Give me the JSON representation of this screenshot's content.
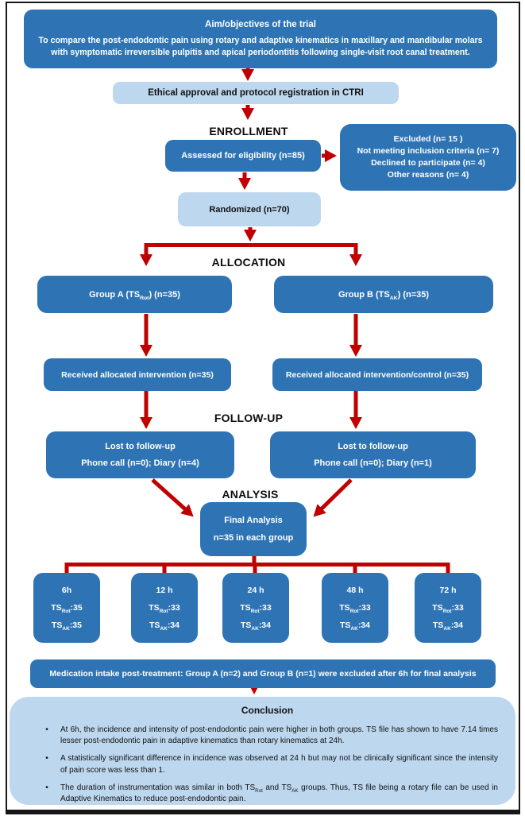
{
  "colors": {
    "dark_blue": "#2e74b5",
    "light_blue": "#bdd7ee",
    "arrow_red": "#c00000",
    "frame_black": "#161616"
  },
  "aim": {
    "title": "Aim/objectives of the trial",
    "body1": "To compare the post-endodontic pain using rotary and adaptive kinematics in maxillary and mandibular molars",
    "body2": "with symptomatic irreversible pulpitis and apical periodontitis following single-visit root canal treatment."
  },
  "ethical": {
    "label": "Ethical approval and protocol registration in CTRI"
  },
  "sections": {
    "enrollment": "ENROLLMENT",
    "allocation": "ALLOCATION",
    "followup": "FOLLOW-UP",
    "analysis": "ANALYSIS"
  },
  "assessed": {
    "label": "Assessed for eligibility (n=85)"
  },
  "excluded": {
    "lines": [
      "Excluded (n= 15 )",
      "Not meeting inclusion criteria (n= 7)",
      "Declined to participate (n= 4)",
      "Other reasons (n= 4)"
    ]
  },
  "randomized": {
    "label": "Randomized (n=70)"
  },
  "groupA": {
    "parts": [
      "Group A (TS",
      "Rot",
      ") (n=35)"
    ]
  },
  "groupB": {
    "parts": [
      "Group B (TS",
      "AK",
      ") (n=35)"
    ]
  },
  "receivedA": {
    "label": "Received allocated intervention (n=35)"
  },
  "receivedB": {
    "label": "Received allocated intervention/control (n=35)"
  },
  "followupA": {
    "line1": "Lost to follow-up",
    "line2": "Phone call (n=0); Diary (n=4)"
  },
  "followupB": {
    "line1": "Lost to follow-up",
    "line2": "Phone call (n=0); Diary (n=1)"
  },
  "final_analysis": {
    "line1": "Final Analysis",
    "line2": "n=35 in each group"
  },
  "timepoints": [
    {
      "time": "6h",
      "rot": [
        "TS",
        "Rot",
        ":35"
      ],
      "ak": [
        "TS",
        "AK",
        ":35"
      ]
    },
    {
      "time": "12 h",
      "rot": [
        "TS",
        "Rot",
        ":33"
      ],
      "ak": [
        "TS",
        "AK",
        ":34"
      ]
    },
    {
      "time": "24 h",
      "rot": [
        "TS",
        "Rot",
        ":33"
      ],
      "ak": [
        "TS",
        "AK",
        ":34"
      ]
    },
    {
      "time": "48 h",
      "rot": [
        "TS",
        "Rot",
        ":33"
      ],
      "ak": [
        "TS",
        "AK",
        ":34"
      ]
    },
    {
      "time": "72 h",
      "rot": [
        "TS",
        "Rot",
        ":33"
      ],
      "ak": [
        "TS",
        "AK",
        ":34"
      ]
    }
  ],
  "medication": {
    "label": "Medication intake post-treatment: Group A (n=2) and Group B (n=1) were excluded after 6h for final analysis"
  },
  "conclusion": {
    "title": "Conclusion",
    "bullets": [
      {
        "parts": [
          "At 6h, the incidence and intensity of post-endodontic pain were higher in both groups. TS file has shown to have 7.14 times lesser post-endodontic pain in adaptive kinematics than rotary kinematics at 24h."
        ]
      },
      {
        "parts": [
          "A statistically significant difference in incidence was observed at 24 h but may not be clinically significant since the intensity of pain score was less than 1."
        ]
      },
      {
        "parts": [
          "The duration of instrumentation was similar in both TS",
          "Rot",
          " and TS",
          "AK",
          " groups. Thus, TS file being a rotary file can be used in Adaptive Kinematics to reduce post-endodontic pain."
        ]
      }
    ]
  }
}
